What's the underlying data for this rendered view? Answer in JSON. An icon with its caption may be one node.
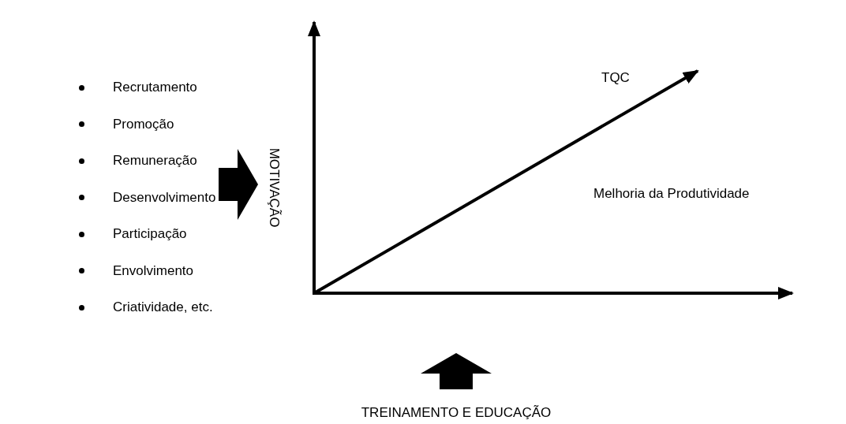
{
  "diagram": {
    "nodes": [
      {
        "text": [
          "Recrutamento",
          "Promoção",
          "Remuneração",
          "Desenvolvimento",
          "Participação",
          "Envolvimento",
          "Criatividade, etc."
        ]
      },
      {
        "text": [
          "MOTIVAÇÃO"
        ]
      },
      {
        "text": [
          "TREINAMENTO E EDUCAÇÃO"
        ]
      }
    ],
    "edges": [
      {
        "from": 0,
        "to": 1,
        "arrow": "to",
        "style": "thick"
      },
      {
        "from": 2,
        "to": null,
        "arrow": "to",
        "style": "thick"
      }
    ],
    "labels": [
      "TQC",
      "Melhoria da Produtividade"
    ]
  }
}
